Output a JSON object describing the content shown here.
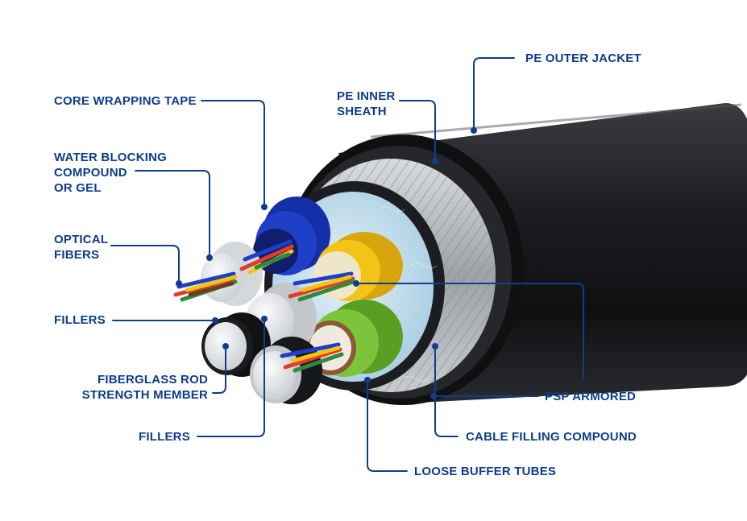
{
  "labels": {
    "pe_outer_jacket": "PE OUTER JACKET",
    "pe_inner_sheath": "PE INNER\nSHEATH",
    "core_wrapping_tape": "CORE WRAPPING TAPE",
    "water_blocking": "WATER BLOCKING\nCOMPOUND\nOR GEL",
    "optical_fibers": "OPTICAL\nFIBERS",
    "fillers_top": "FILLERS",
    "fiberglass_rod": "FIBERGLASS ROD\nSTRENGTH MEMBER",
    "fillers_bottom": "FILLERS",
    "psp_armored": "PSP ARMORED",
    "cable_filling_compound": "CABLE FILLING COMPOUND",
    "loose_buffer_tubes": "LOOSE BUFFER TUBES"
  },
  "colors": {
    "label_text": "#0d3d8c",
    "jacket": "#1b1c1f",
    "armor": "#b9bcc0",
    "gel": "#bcd9ea",
    "tube_blue": "#1f3fc6",
    "tube_yellow": "#f2c416",
    "tube_green": "#7cc53a",
    "filler": "#e6e8ea"
  }
}
